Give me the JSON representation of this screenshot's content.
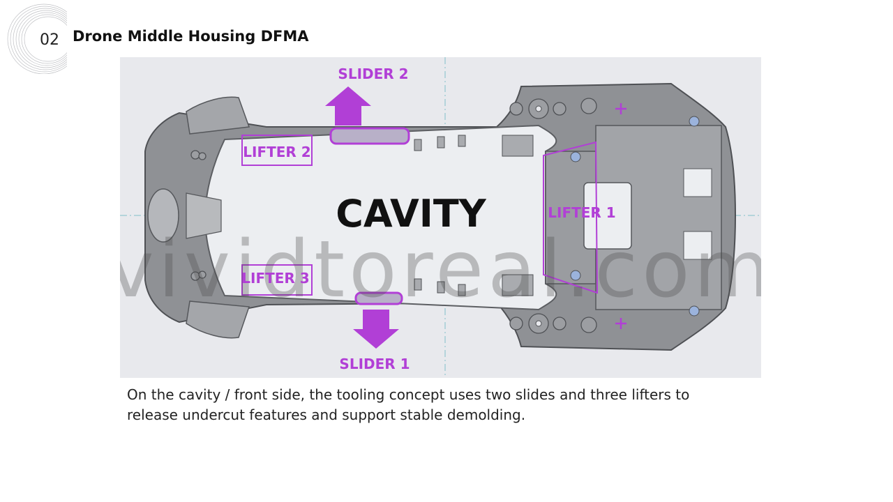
{
  "header": {
    "number": "02",
    "title": "Drone Middle Housing DFMA"
  },
  "figure": {
    "center_label": "CAVITY",
    "watermark": "vividtoreal.com",
    "sliders": [
      {
        "label": "SLIDER 2",
        "direction": "up"
      },
      {
        "label": "SLIDER 1",
        "direction": "down"
      }
    ],
    "lifters": [
      {
        "label": "LIFTER 2"
      },
      {
        "label": "LIFTER 3"
      },
      {
        "label": "LIFTER 1"
      }
    ],
    "colors": {
      "accent": "#b13fd6",
      "background": "#e8e9ed",
      "part": "#8f9195",
      "part_dark": "#5c5e62",
      "centerline": "#7fbfc9"
    }
  },
  "caption": "On the cavity / front side, the tooling concept uses two slides and three lifters to release undercut features and support stable demolding."
}
